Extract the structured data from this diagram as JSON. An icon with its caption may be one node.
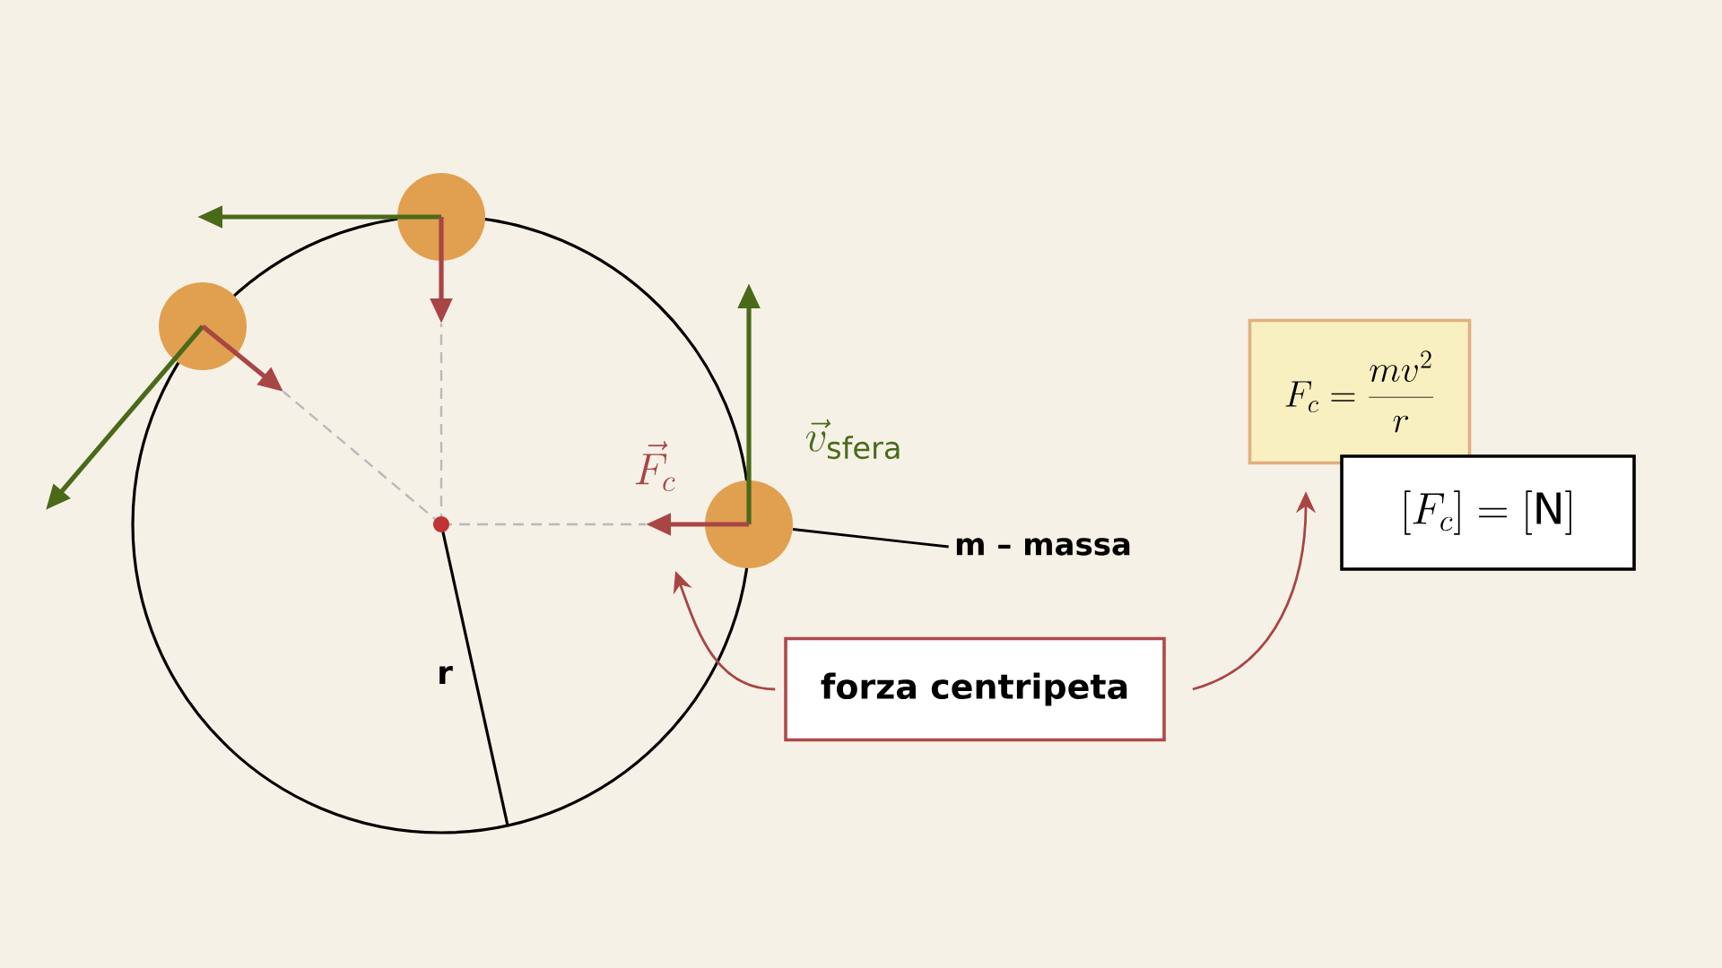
{
  "diagram": {
    "nodes": [
      {
        "text": [],
        "shape": "circle"
      },
      {
        "text": [],
        "shape": "circle"
      },
      {
        "text": [],
        "shape": "circle"
      },
      {
        "text": [
          "m – massa"
        ]
      },
      {
        "text": [
          "forza centripeta"
        ]
      },
      {
        "text": [
          "F_c = \\frac{mv^2}{r}"
        ]
      },
      {
        "text": [
          "[F_c] = [\\mathrm{N}]"
        ]
      }
    ],
    "edges": [
      {
        "from": 3,
        "to": 2,
        "arrow": "none",
        "color": "#000000"
      },
      {
        "from": 4,
        "to": null,
        "arrow": "to"
      },
      {
        "from": 4,
        "to": 5,
        "arrow": "to"
      }
    ],
    "labels": [
      "\\vec{F}_c",
      "\\vec{v}_{\\mathrm{sfera}}",
      "r"
    ]
  }
}
